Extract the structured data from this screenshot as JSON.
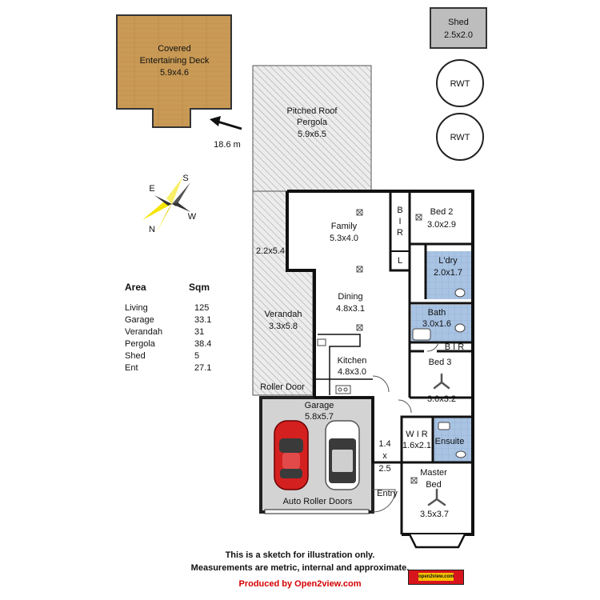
{
  "labels": {
    "deck_name1": "Covered",
    "deck_name2": "Entertaining Deck",
    "deck_dim": "5.9x4.6",
    "distance": "18.6 m",
    "pergola_name1": "Pitched Roof",
    "pergola_name2": "Pergola",
    "pergola_dim": "5.9x6.5",
    "shed_name": "Shed",
    "shed_dim": "2.5x2.0",
    "rwt1": "RWT",
    "rwt2": "RWT",
    "verandah_side": "2.2x5.4",
    "verandah_name": "Verandah",
    "verandah_dim": "3.3x5.8",
    "family_name": "Family",
    "family_dim": "5.3x4.0",
    "dining_name": "Dining",
    "dining_dim": "4.8x3.1",
    "kitchen_name": "Kitchen",
    "kitchen_dim": "4.8x3.0",
    "bir_b": "B",
    "bir_i": "I",
    "bir_r": "R",
    "bed2_name": "Bed 2",
    "bed2_dim": "3.0x2.9",
    "l_label": "L",
    "ldry_name": "L'dry",
    "ldry_dim": "2.0x1.7",
    "bath_name": "Bath",
    "bath_dim": "3.0x1.6",
    "bir2": "B I R",
    "bed3_name": "Bed 3",
    "bed3_dim": "3.0x3.2",
    "roller_door": "Roller Door",
    "garage_name": "Garage",
    "garage_dim": "5.8x5.7",
    "auto_doors": "Auto Roller Doors",
    "wir_name": "W I R",
    "wir_dim": "1.6x2.1",
    "ensuite": "Ensuite",
    "entry_w": "1.4",
    "entry_x": "x",
    "entry_l": "2.5",
    "entry": "Entry",
    "master_name1": "Master",
    "master_name2": "Bed",
    "master_dim": "3.5x3.7",
    "compass_s": "S",
    "compass_e": "E",
    "compass_w": "W",
    "compass_n": "N"
  },
  "area_table": {
    "header_area": "Area",
    "header_sqm": "Sqm",
    "rows": [
      {
        "name": "Living",
        "value": "125"
      },
      {
        "name": "Garage",
        "value": "33.1"
      },
      {
        "name": "Verandah",
        "value": "31"
      },
      {
        "name": "Pergola",
        "value": "38.4"
      },
      {
        "name": "Shed",
        "value": "5"
      },
      {
        "name": "Ent",
        "value": "27.1"
      }
    ]
  },
  "footer": {
    "line1": "This is a sketch for illustration only.",
    "line2": "Measurements are metric, internal and approximate.",
    "line3": "Produced by Open2view.com",
    "logo": "open2view.com"
  },
  "colors": {
    "deck": "#c99a55",
    "wet": "#a9c3e3",
    "garage": "#d3d3d3",
    "car_red": "#d52020",
    "car_white": "#ffffff",
    "hatch": "#9c9c9c"
  }
}
